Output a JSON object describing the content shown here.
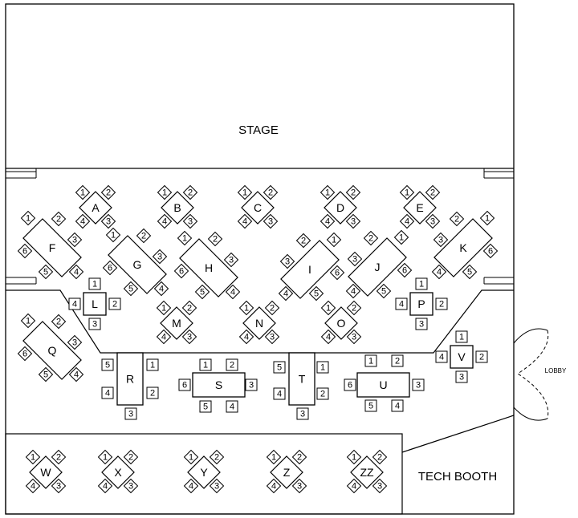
{
  "stage_label": "STAGE",
  "tech_booth_label": "TECH BOOTH",
  "lobby_label": "LOBBY",
  "diamond_tables": [
    {
      "label": "A",
      "seats": [
        "1",
        "2",
        "3",
        "4"
      ]
    },
    {
      "label": "B",
      "seats": [
        "1",
        "2",
        "3",
        "4"
      ]
    },
    {
      "label": "C",
      "seats": [
        "1",
        "2",
        "3",
        "4"
      ]
    },
    {
      "label": "D",
      "seats": [
        "1",
        "2",
        "3",
        "4"
      ]
    },
    {
      "label": "E",
      "seats": [
        "1",
        "2",
        "3",
        "4"
      ]
    },
    {
      "label": "M",
      "seats": [
        "1",
        "2",
        "3",
        "4"
      ]
    },
    {
      "label": "N",
      "seats": [
        "1",
        "2",
        "3",
        "4"
      ]
    },
    {
      "label": "O",
      "seats": [
        "1",
        "2",
        "3",
        "4"
      ]
    },
    {
      "label": "W",
      "seats": [
        "1",
        "2",
        "3",
        "4"
      ]
    },
    {
      "label": "X",
      "seats": [
        "1",
        "2",
        "3",
        "4"
      ]
    },
    {
      "label": "Y",
      "seats": [
        "1",
        "2",
        "3",
        "4"
      ]
    },
    {
      "label": "Z",
      "seats": [
        "1",
        "2",
        "3",
        "4"
      ]
    },
    {
      "label": "ZZ",
      "seats": [
        "1",
        "2",
        "3",
        "4"
      ]
    }
  ],
  "long_diamond_tables": [
    {
      "label": "F",
      "seats": [
        "1",
        "2",
        "3",
        "4",
        "5",
        "6"
      ]
    },
    {
      "label": "G",
      "seats": [
        "1",
        "2",
        "3",
        "4",
        "5",
        "6"
      ]
    },
    {
      "label": "H",
      "seats": [
        "1",
        "2",
        "3",
        "4",
        "5",
        "6"
      ]
    },
    {
      "label": "I",
      "seats": [
        "1",
        "2",
        "3",
        "4",
        "5",
        "6"
      ]
    },
    {
      "label": "J",
      "seats": [
        "1",
        "2",
        "3",
        "4",
        "5",
        "6"
      ]
    },
    {
      "label": "K",
      "seats": [
        "1",
        "2",
        "3",
        "4",
        "5",
        "6"
      ]
    },
    {
      "label": "Q",
      "seats": [
        "1",
        "2",
        "3",
        "4",
        "5",
        "6"
      ]
    }
  ],
  "square_tables": [
    {
      "label": "L",
      "seats": [
        "1",
        "2",
        "3",
        "4"
      ]
    },
    {
      "label": "P",
      "seats": [
        "1",
        "2",
        "3",
        "4"
      ]
    },
    {
      "label": "V",
      "seats": [
        "1",
        "2",
        "3",
        "4"
      ]
    }
  ],
  "rect_tables": [
    {
      "label": "R",
      "seats": [
        "1",
        "2",
        "3",
        "4",
        "5"
      ]
    },
    {
      "label": "S",
      "seats": [
        "1",
        "2",
        "3",
        "4",
        "5",
        "6"
      ]
    },
    {
      "label": "T",
      "seats": [
        "1",
        "2",
        "3",
        "4",
        "5"
      ]
    },
    {
      "label": "U",
      "seats": [
        "1",
        "2",
        "3",
        "4",
        "5",
        "6"
      ]
    }
  ]
}
